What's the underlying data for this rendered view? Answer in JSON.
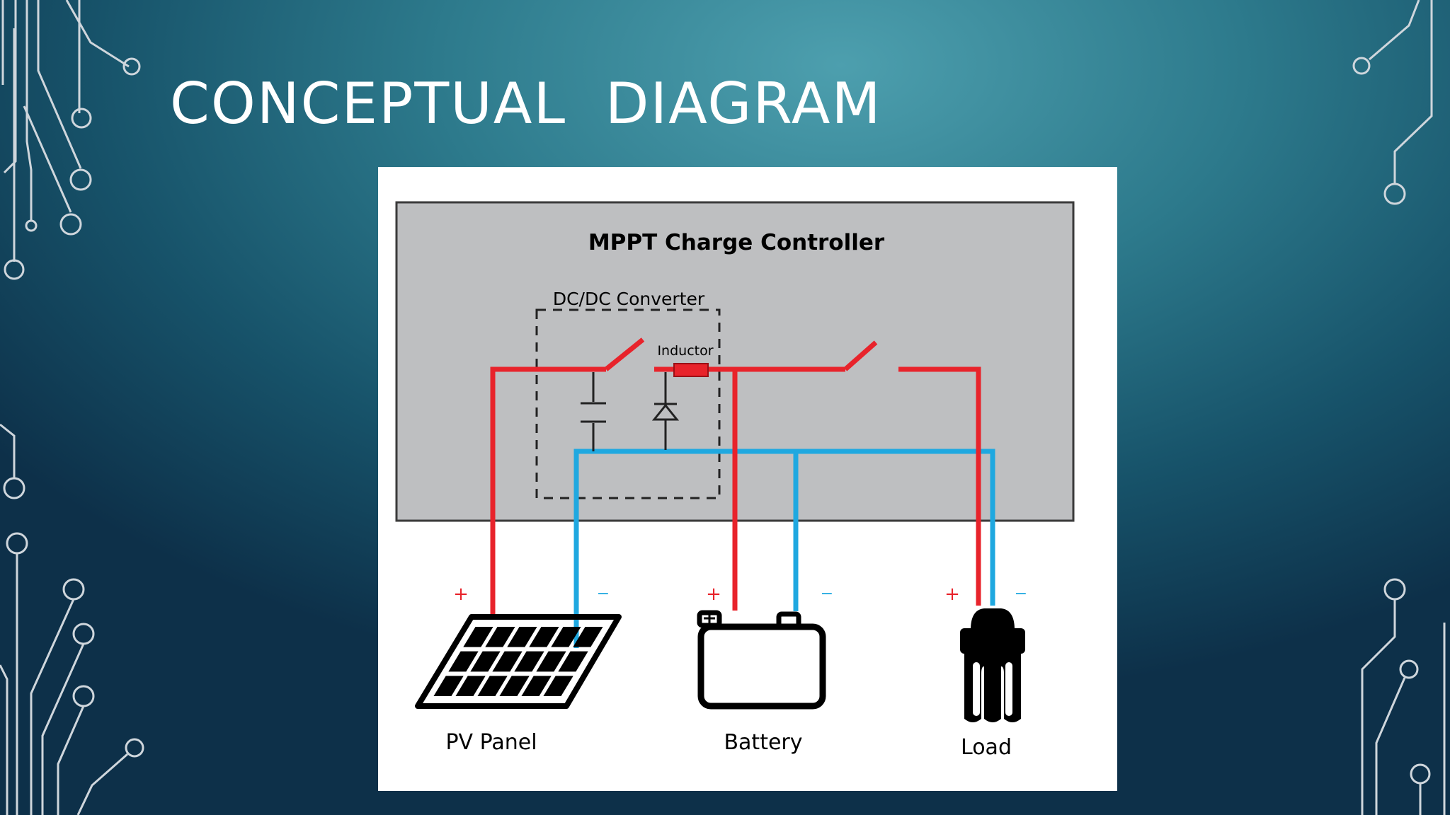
{
  "slide": {
    "title": "CONCEPTUAL  DIAGRAM"
  },
  "diagram": {
    "controller_title": "MPPT Charge Controller",
    "converter_label": "DC/DC Converter",
    "inductor_label": "Inductor",
    "components": [
      {
        "label": "PV Panel",
        "plus": "+",
        "minus": "−"
      },
      {
        "label": "Battery",
        "plus": "+",
        "minus": "−"
      },
      {
        "label": "Load",
        "plus": "+",
        "minus": "−"
      }
    ]
  },
  "colors": {
    "positive_wire": "#e8232b",
    "negative_wire": "#1fa8e0",
    "controller_fill": "#bebfc1",
    "background_deep": "#0d3049",
    "background_light": "#4d9fae"
  }
}
